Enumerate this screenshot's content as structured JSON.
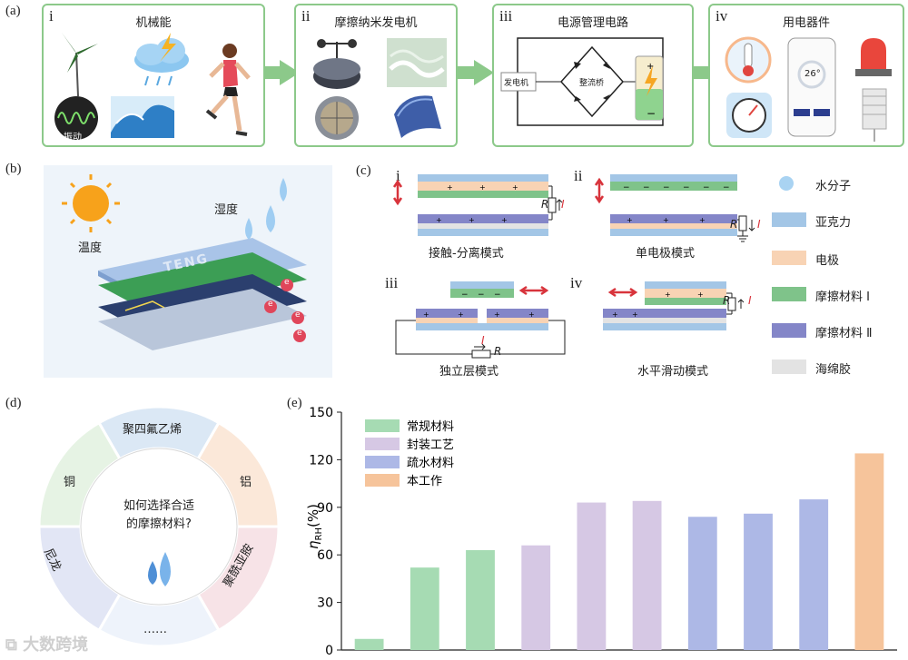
{
  "panel_a": {
    "label": "(a)",
    "boxes": [
      {
        "num": "i",
        "title": "机械能",
        "vib_label": "振动"
      },
      {
        "num": "ii",
        "title": "摩擦纳米发电机"
      },
      {
        "num": "iii",
        "title": "电源管理电路",
        "gen_label": "发电机",
        "bridge_label": "整流桥"
      },
      {
        "num": "iv",
        "title": "用电器件",
        "phone_temp": "26°"
      }
    ]
  },
  "panel_b": {
    "label": "(b)",
    "humidity": "湿度",
    "temperature": "温度",
    "teng": "TENG",
    "electron": "e"
  },
  "panel_c": {
    "label": "(c)",
    "modes": [
      {
        "num": "i",
        "name": "接触-分离模式"
      },
      {
        "num": "ii",
        "name": "单电极模式"
      },
      {
        "num": "iii",
        "name": "独立层模式"
      },
      {
        "num": "iv",
        "name": "水平滑动模式"
      }
    ],
    "R": "R",
    "I": "I",
    "legend": [
      {
        "name": "水分子",
        "color": "#a9d3f2"
      },
      {
        "name": "亚克力",
        "color": "#a3c6e6"
      },
      {
        "name": "电极",
        "color": "#f8d3b4"
      },
      {
        "name": "摩擦材料 Ⅰ",
        "color": "#7fc38a"
      },
      {
        "name": "摩擦材料 Ⅱ",
        "color": "#8486c8"
      },
      {
        "name": "海绵胶",
        "color": "#e3e3e3"
      }
    ]
  },
  "panel_d": {
    "label": "(d)",
    "center": [
      "如何选择合适",
      "的摩擦材料?"
    ],
    "segments": [
      {
        "name": "聚四氟乙烯",
        "color": "#dbe8f5"
      },
      {
        "name": "铝",
        "color": "#fbe8d9"
      },
      {
        "name": "聚酰亚胺",
        "color": "#f7e3e7"
      },
      {
        "name": "……",
        "color": "#eef3fb"
      },
      {
        "name": "尼龙",
        "color": "#e2e6f5"
      },
      {
        "name": "铜",
        "color": "#e6f3e4"
      }
    ]
  },
  "watermark": "大数跨境",
  "chart_data": {
    "type": "bar",
    "label": "(e)",
    "ylabel": "η_RH(%)",
    "ylabel_main": "η",
    "ylabel_sub": "RH",
    "ylabel_unit": "(%)",
    "ylim": [
      0,
      150
    ],
    "yticks": [
      0,
      30,
      60,
      90,
      120,
      150
    ],
    "legend_placement": "top-left",
    "series": [
      {
        "name": "常规材料",
        "color": "#a6dbb3"
      },
      {
        "name": "封装工艺",
        "color": "#d6c8e4"
      },
      {
        "name": "疏水材料",
        "color": "#adb8e6"
      },
      {
        "name": "本工作",
        "color": "#f6c49b"
      }
    ],
    "bars": [
      {
        "series": 0,
        "value": 7
      },
      {
        "series": 0,
        "value": 52
      },
      {
        "series": 0,
        "value": 63
      },
      {
        "series": 1,
        "value": 66
      },
      {
        "series": 1,
        "value": 93
      },
      {
        "series": 1,
        "value": 94
      },
      {
        "series": 2,
        "value": 84
      },
      {
        "series": 2,
        "value": 86
      },
      {
        "series": 2,
        "value": 95
      },
      {
        "series": 3,
        "value": 124
      }
    ]
  }
}
